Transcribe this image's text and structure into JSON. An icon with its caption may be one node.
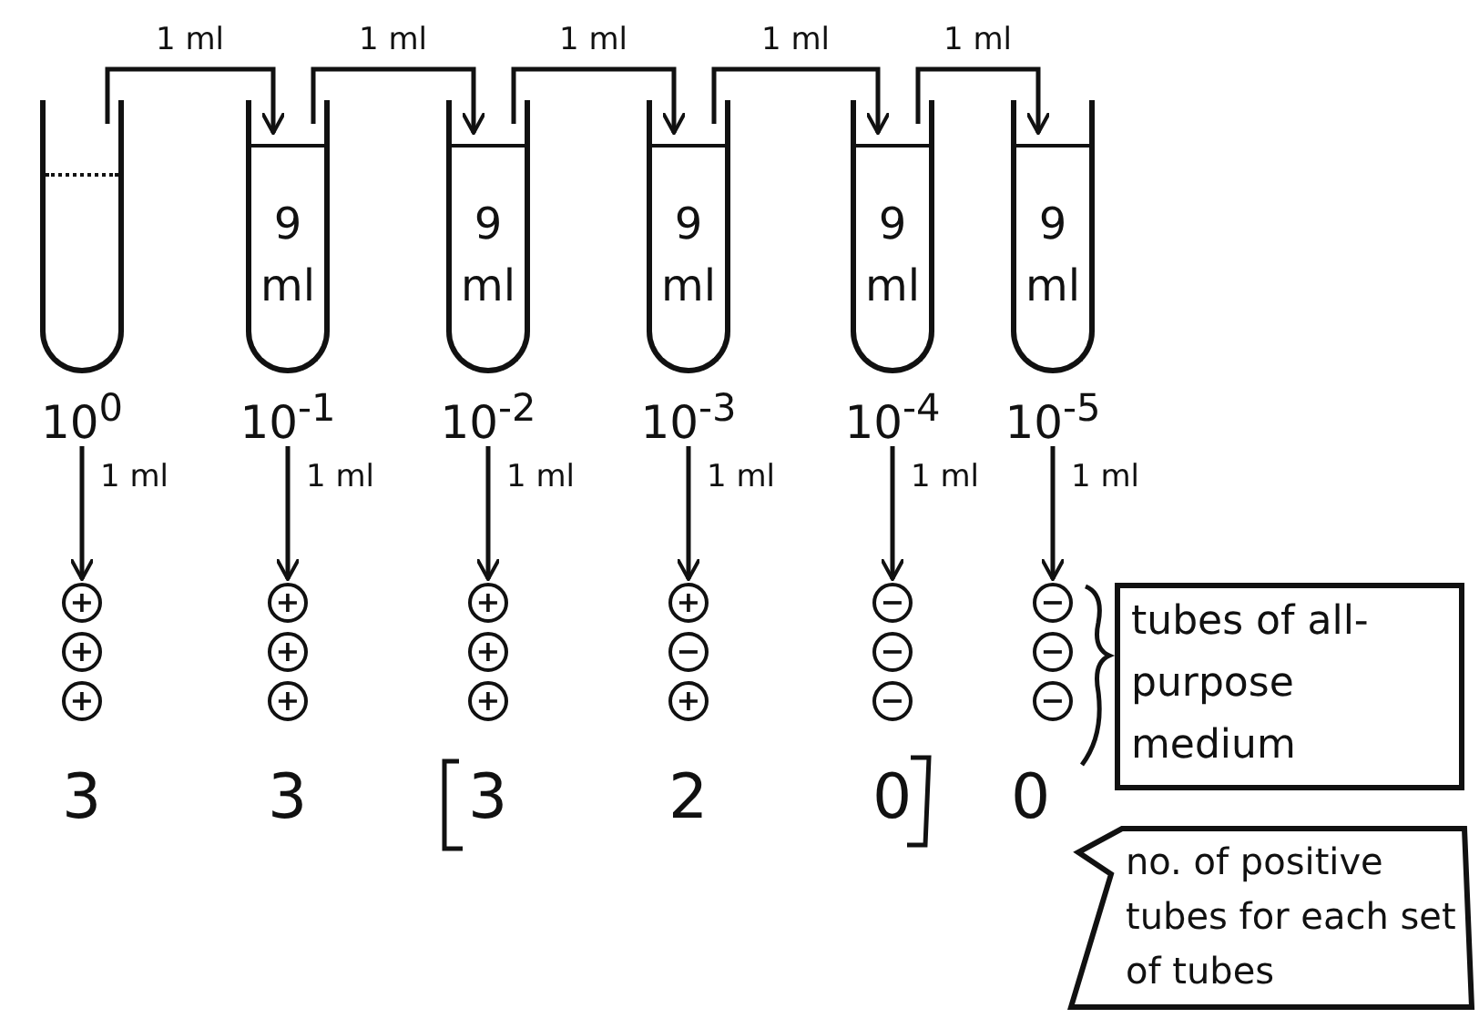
{
  "diagram": {
    "nodes": [
      {
        "text": [],
        "shape": "tube",
        "beside": [
          "10$^{0}$"
        ]
      },
      {
        "text": [
          "9 ml"
        ],
        "beside": [
          "10$^{-1}$"
        ]
      },
      {
        "text": [
          "9 ml"
        ],
        "beside": [
          "10$^{-2}$"
        ]
      },
      {
        "text": [
          "9 ml"
        ],
        "beside": [
          "10$^{-3}$"
        ]
      },
      {
        "text": [
          "9 ml"
        ],
        "beside": [
          "10$^{-4}$"
        ]
      },
      {
        "text": [
          "9 ml"
        ],
        "beside": [
          "10$^{-5}$"
        ]
      },
      {
        "text": [
          "+"
        ]
      },
      {
        "text": [
          "+"
        ]
      },
      {
        "text": [
          "+"
        ]
      },
      {
        "text": [
          "+"
        ]
      },
      {
        "text": [
          "+"
        ]
      },
      {
        "text": [
          "+"
        ]
      },
      {
        "text": [
          "+"
        ]
      },
      {
        "text": [
          "+"
        ]
      },
      {
        "text": [
          "+"
        ]
      },
      {
        "text": [
          "+"
        ]
      },
      {
        "text": [
          "−"
        ]
      },
      {
        "text": [
          "+"
        ]
      },
      {
        "text": [
          "−"
        ]
      },
      {
        "text": [
          "−"
        ]
      },
      {
        "text": [
          "−"
        ]
      },
      {
        "text": [
          "−"
        ]
      },
      {
        "text": [
          "−"
        ]
      },
      {
        "text": [
          "−"
        ]
      },
      {
        "text": [
          "tubes of all-purpose medium"
        ]
      },
      {
        "text": [
          "no. of positive tubes for each set of tubes"
        ]
      }
    ],
    "edges": [
      {
        "from": 0,
        "to": 1,
        "arrow": "to",
        "label": "1 ml"
      },
      {
        "from": 1,
        "to": 2,
        "arrow": "to",
        "label": "1 ml"
      },
      {
        "from": 2,
        "to": 3,
        "arrow": "to",
        "label": "1 ml"
      },
      {
        "from": 3,
        "to": 4,
        "arrow": "to",
        "label": "1 ml"
      },
      {
        "from": 4,
        "to": 5,
        "arrow": "to",
        "label": "1 ml"
      },
      {
        "from": 0,
        "to": 6,
        "arrow": "to",
        "label": "1 ml"
      },
      {
        "from": 1,
        "to": 9,
        "arrow": "to",
        "label": "1 ml"
      },
      {
        "from": 2,
        "to": 12,
        "arrow": "to",
        "label": "1 ml"
      },
      {
        "from": 3,
        "to": 15,
        "arrow": "to",
        "label": "1 ml"
      },
      {
        "from": 4,
        "to": 18,
        "arrow": "to",
        "label": "1 ml"
      },
      {
        "from": 5,
        "to": 21,
        "arrow": "to",
        "label": "1 ml"
      }
    ],
    "labels": [
      "3",
      "3",
      "3",
      "2",
      "0",
      "0"
    ]
  }
}
